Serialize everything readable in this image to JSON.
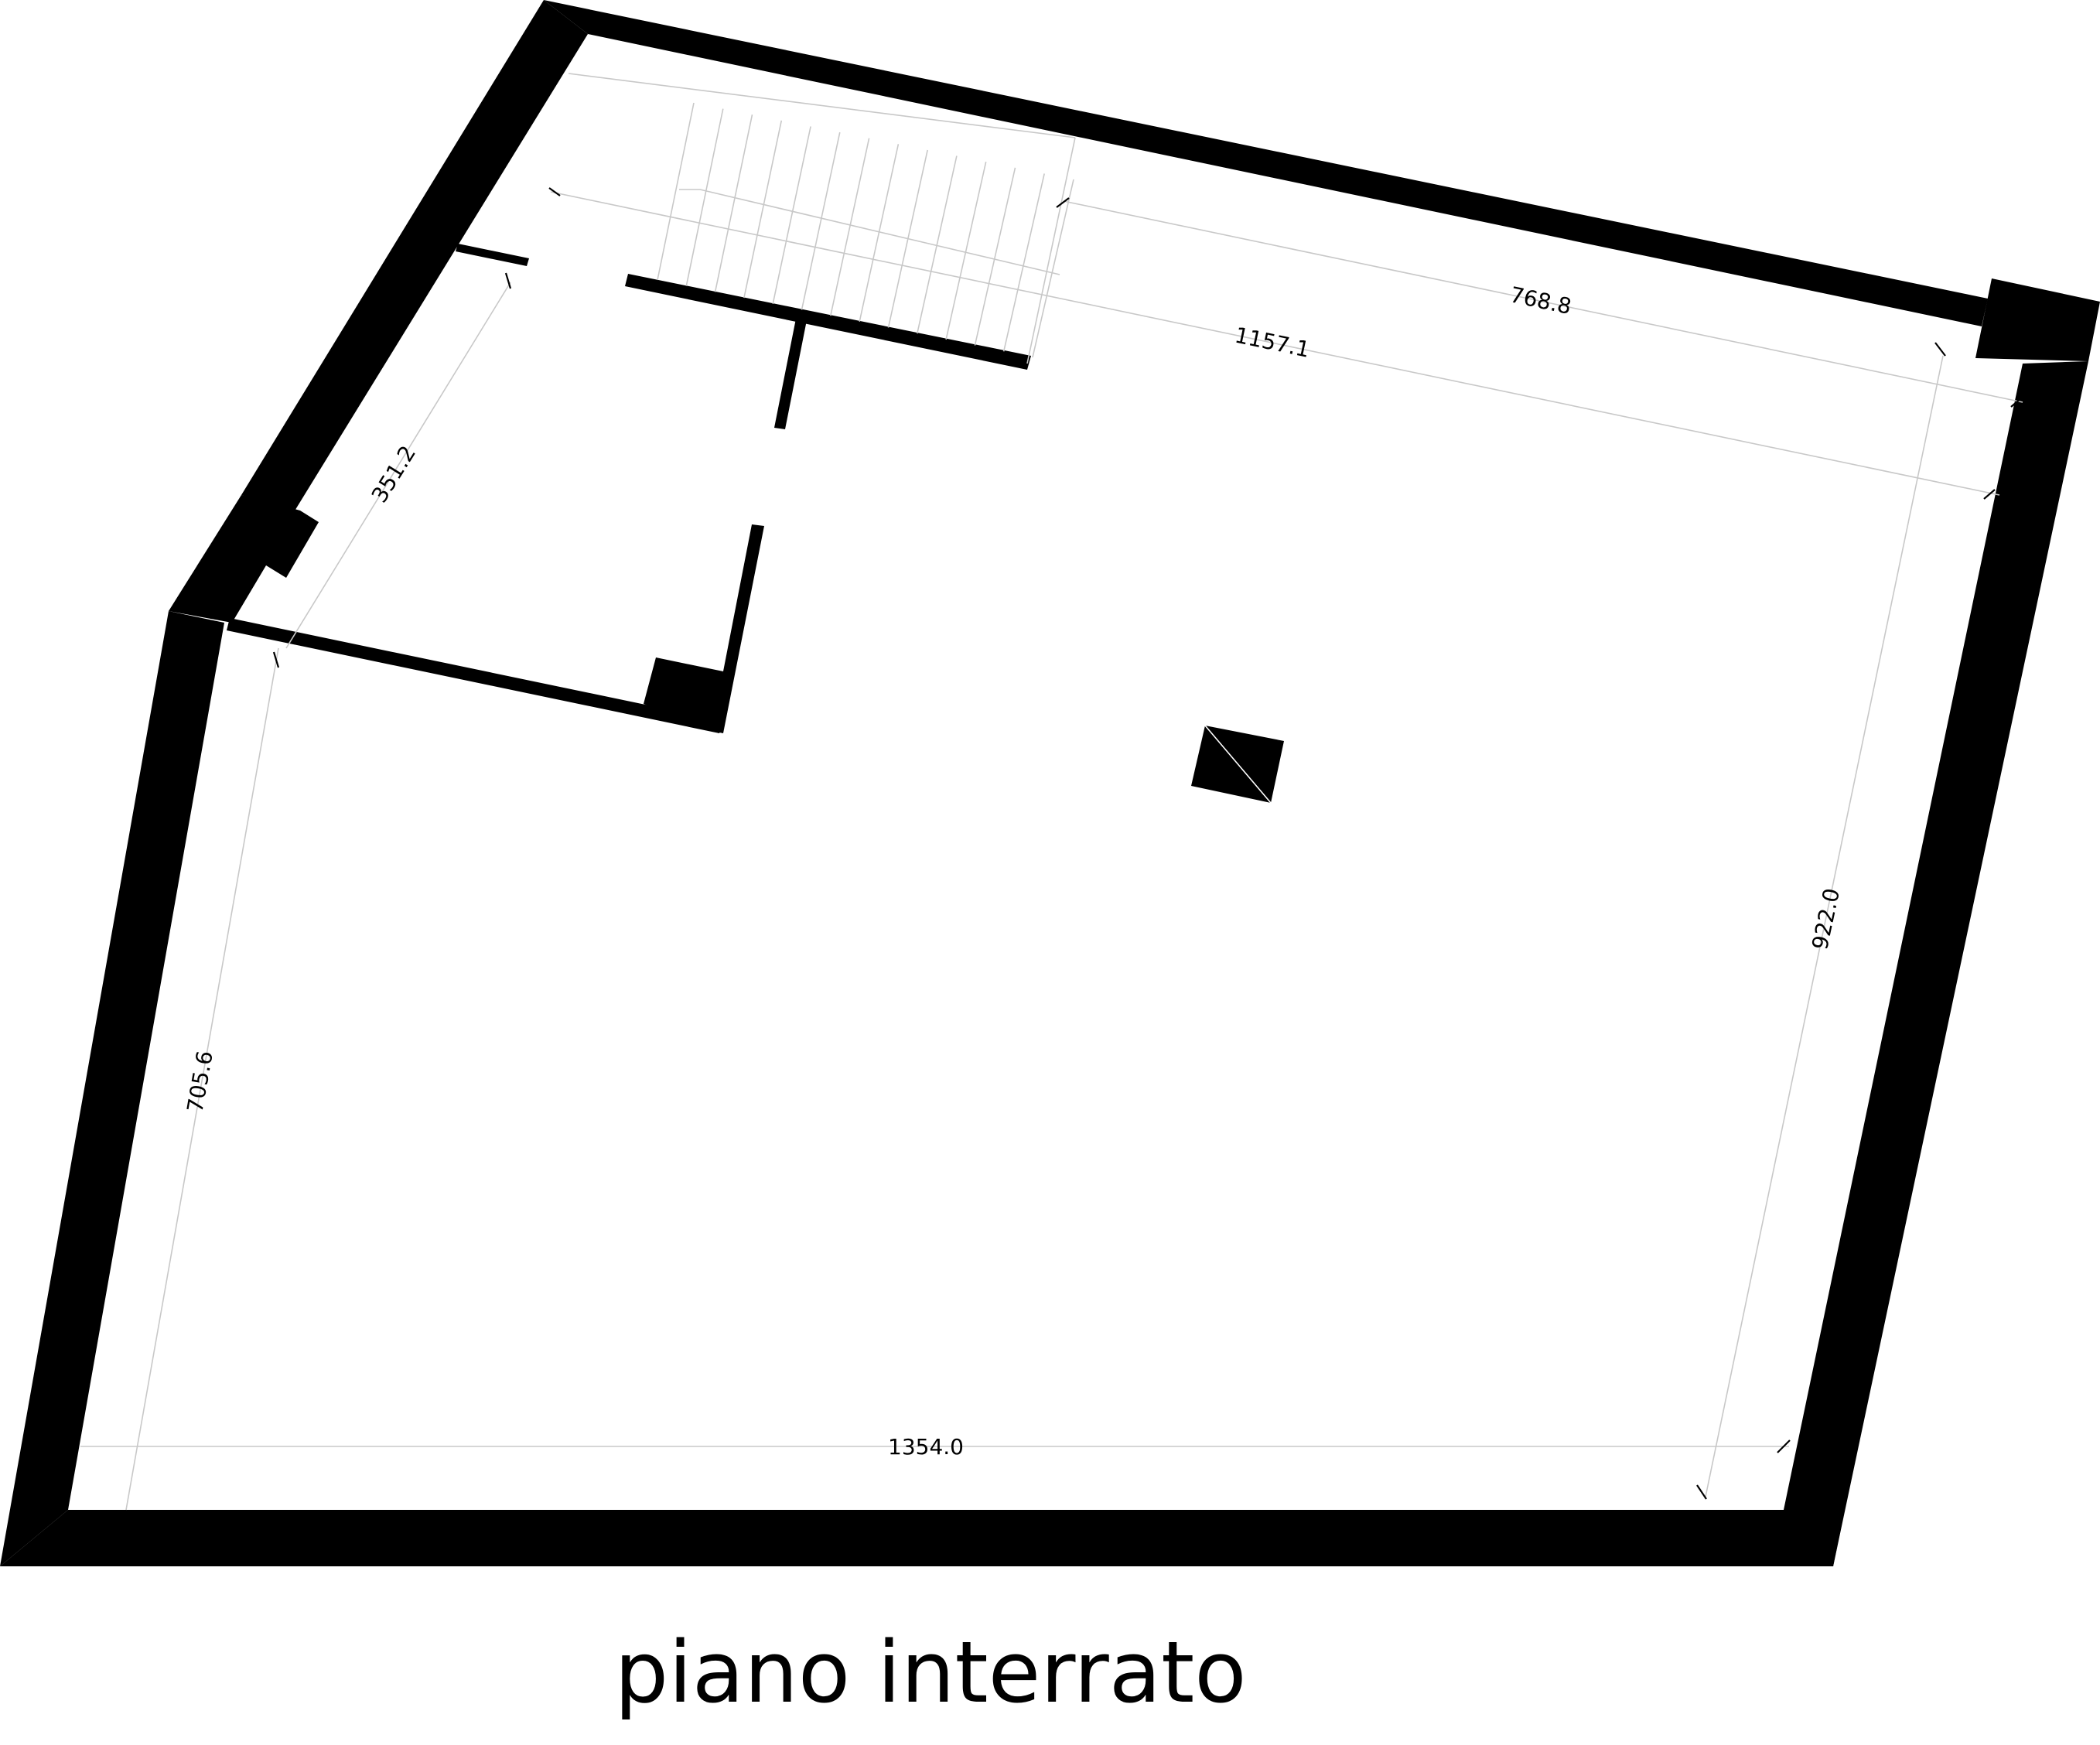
{
  "title": "piano interrato",
  "dimensions": {
    "left_wall": "705.6",
    "lower_left_wall": "351.2",
    "top_span": "1157.1",
    "top_right_span": "768.8",
    "right_wall": "922.0",
    "bottom_span": "1354.0"
  },
  "colors": {
    "wall": "#000000",
    "dimension_line": "#c8c8c8",
    "background": "#ffffff"
  }
}
